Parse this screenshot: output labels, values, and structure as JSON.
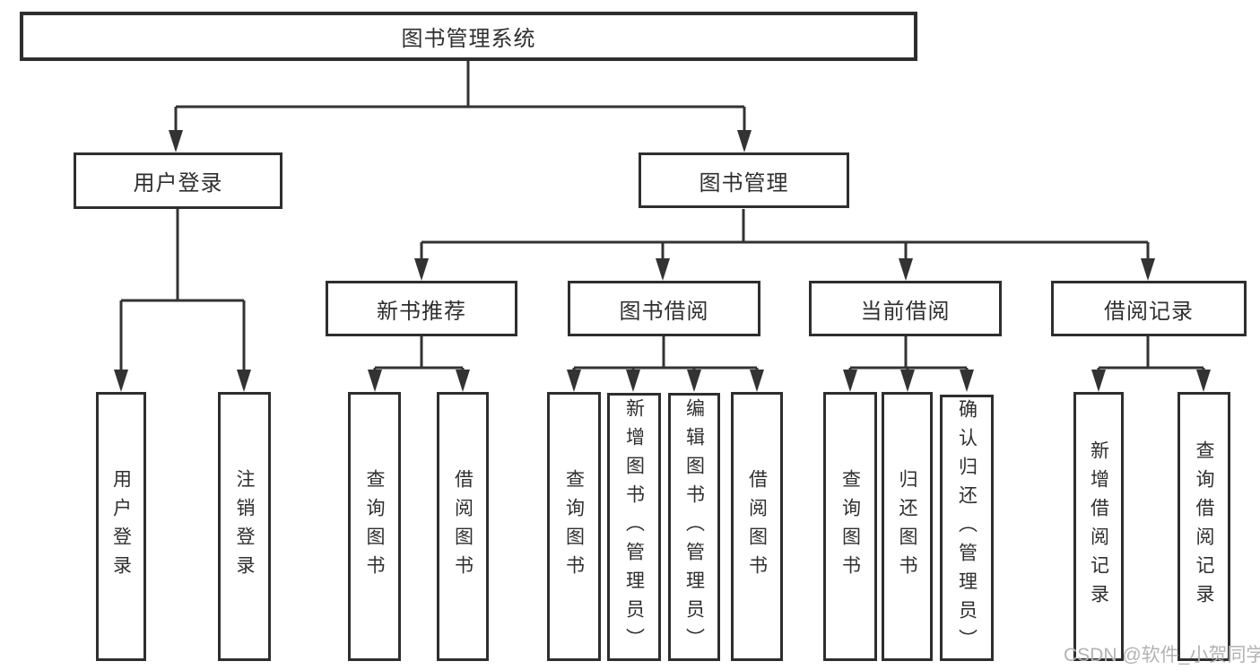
{
  "tree": {
    "root": {
      "label": "图书管理系统"
    },
    "login_branch": {
      "label": "用户登录",
      "children": [
        {
          "label": "用户登录"
        },
        {
          "label": "注销登录"
        }
      ]
    },
    "mgmt_branch": {
      "label": "图书管理",
      "groups": [
        {
          "label": "新书推荐",
          "children": [
            {
              "label": "查询图书"
            },
            {
              "label": "借阅图书"
            }
          ]
        },
        {
          "label": "图书借阅",
          "children": [
            {
              "label": "查询图书"
            },
            {
              "label": "新增图书（管理员）"
            },
            {
              "label": "编辑图书（管理员）"
            },
            {
              "label": "借阅图书"
            }
          ]
        },
        {
          "label": "当前借阅",
          "children": [
            {
              "label": "查询图书"
            },
            {
              "label": "归还图书"
            },
            {
              "label": "确认归还（管理员）"
            }
          ]
        },
        {
          "label": "借阅记录",
          "children": [
            {
              "label": "新增借阅记录"
            },
            {
              "label": "查询借阅记录"
            }
          ]
        }
      ]
    }
  },
  "watermark": {
    "text": "CSDN @软件_小贺同学"
  },
  "colors": {
    "line": "#333333",
    "box_border": "#2e2e2e",
    "text": "#2f2f2f",
    "watermark": "#b3b3b3",
    "background": "#ffffff"
  }
}
